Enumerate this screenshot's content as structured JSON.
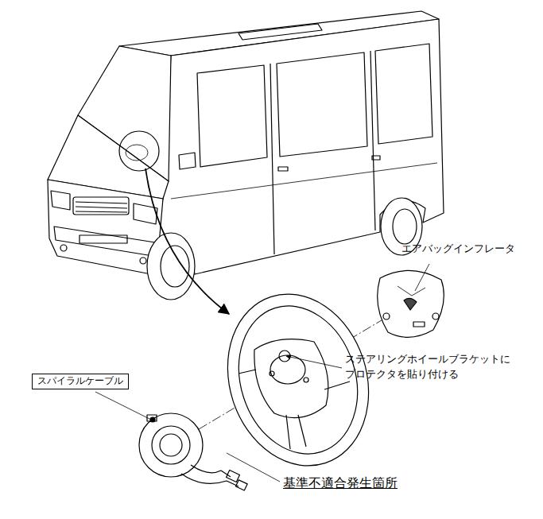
{
  "diagram": {
    "nodes": [
      {
        "text": [
          "スパイラルケーブル"
        ]
      }
    ],
    "labels": [
      "エアバッグインフレータ",
      "ステアリングホイールブラケットに プロテクタを貼り付ける",
      "基準不適合発生箇所"
    ]
  }
}
